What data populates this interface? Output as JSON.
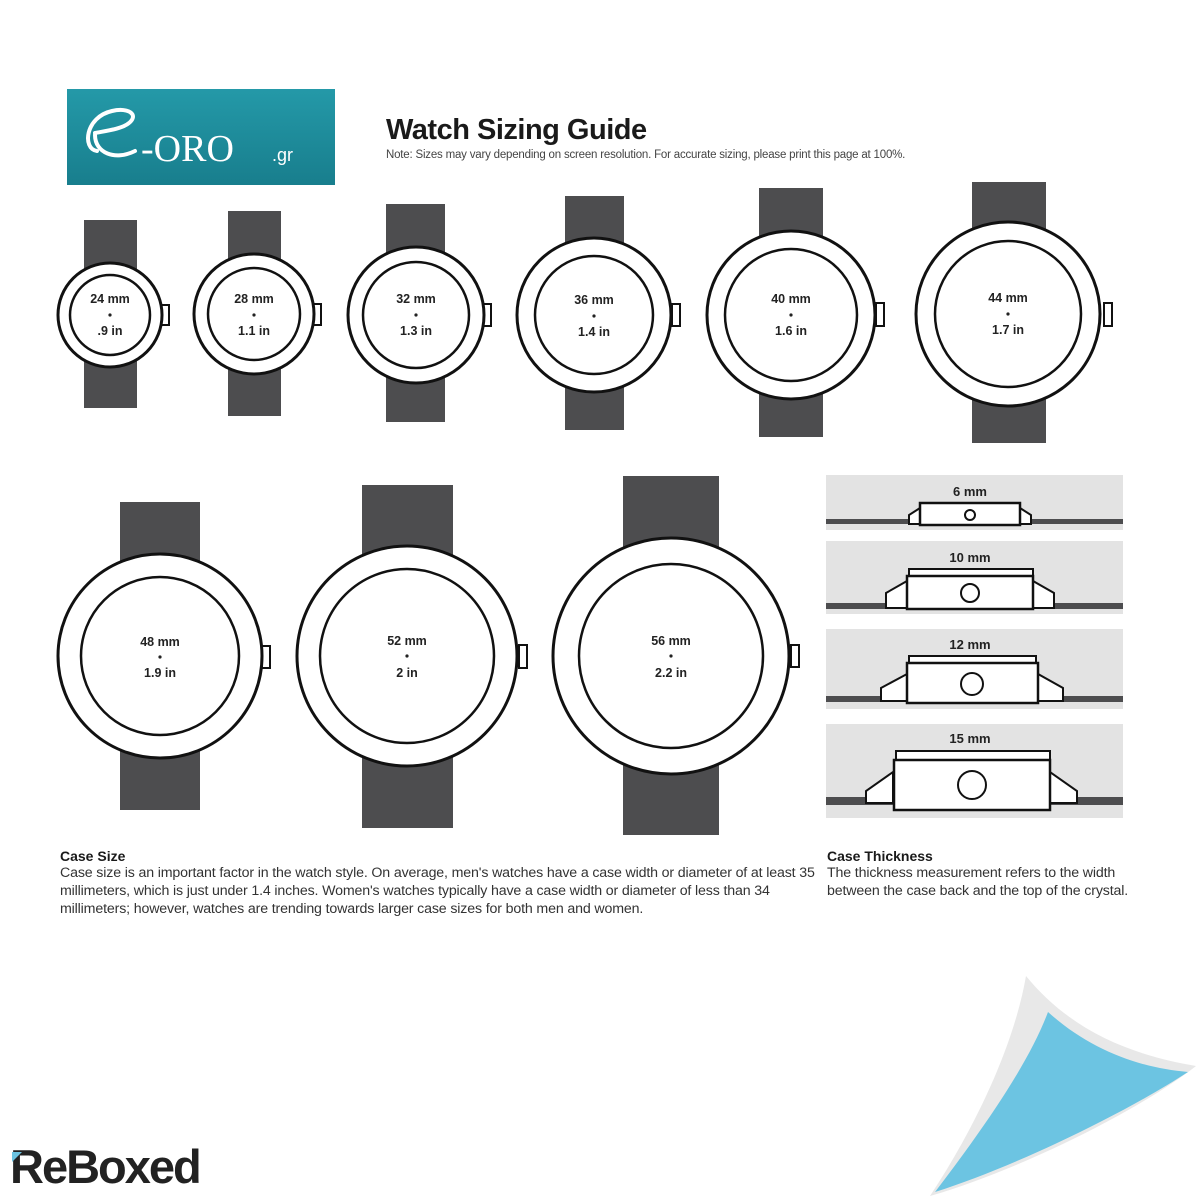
{
  "brand": {
    "logo_text": "e-ORO",
    "logo_suffix": ".gr",
    "logo_bg": "#1f8f9f"
  },
  "header": {
    "title": "Watch Sizing Guide",
    "note": "Note: Sizes may vary depending on screen resolution. For accurate sizing, please print this page at 100%."
  },
  "watches": [
    {
      "mm": "24 mm",
      "in": ".9 in"
    },
    {
      "mm": "28 mm",
      "in": "1.1 in"
    },
    {
      "mm": "32 mm",
      "in": "1.3 in"
    },
    {
      "mm": "36 mm",
      "in": "1.4 in"
    },
    {
      "mm": "40  mm",
      "in": "1.6 in"
    },
    {
      "mm": "44 mm",
      "in": "1.7 in"
    },
    {
      "mm": "48 mm",
      "in": "1.9 in"
    },
    {
      "mm": "52 mm",
      "in": "2 in"
    },
    {
      "mm": "56 mm",
      "in": "2.2 in"
    }
  ],
  "thickness": [
    {
      "label": "6 mm"
    },
    {
      "label": "10 mm"
    },
    {
      "label": "12 mm"
    },
    {
      "label": "15 mm"
    }
  ],
  "case_size": {
    "title": "Case Size",
    "body": "Case size is an important factor in the watch style. On average, men's watches have a case width or diameter of at least 35 millimeters, which is just under 1.4 inches. Women's watches typically have a case width or diameter of less than 34 millimeters; however, watches are trending towards larger case sizes for both men and women."
  },
  "case_thickness": {
    "title": "Case Thickness",
    "body": "The thickness measurement refers to the width between the case back and the top of the crystal."
  },
  "footer": {
    "watermark": "ReBoxed"
  },
  "colors": {
    "strap": "#4d4d4f",
    "panel": "#e3e3e3",
    "accent_blue": "#6cc4e2",
    "outline": "#111111"
  }
}
